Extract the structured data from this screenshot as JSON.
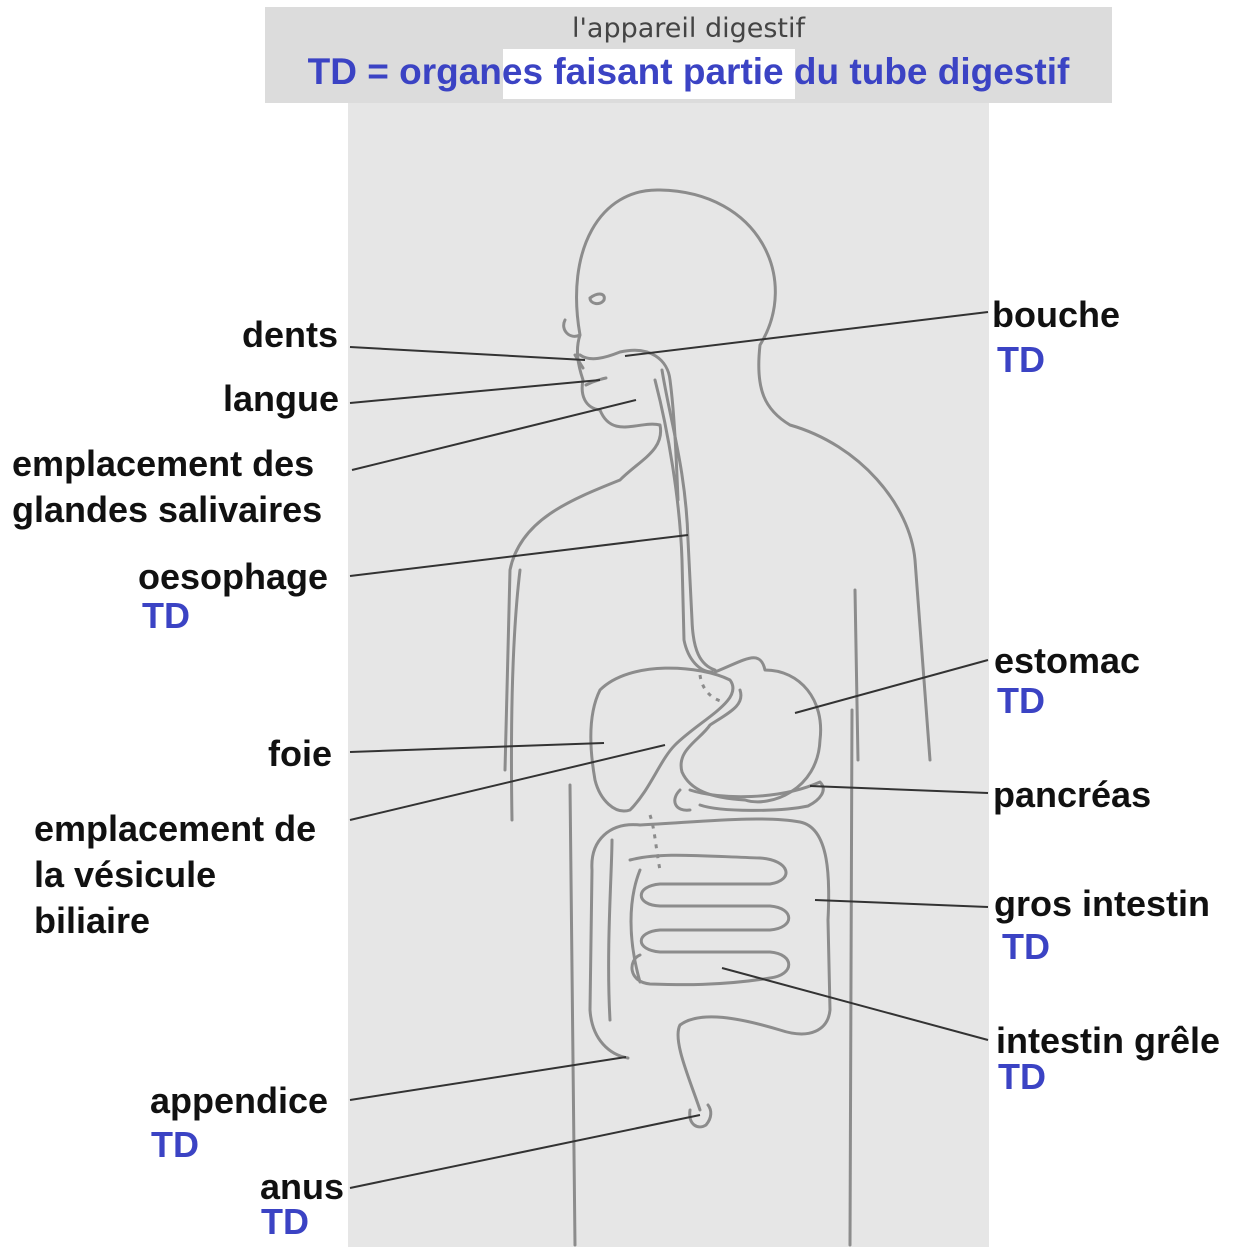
{
  "header": {
    "subtitle": "l'appareil digestif",
    "title": "TD = organes faisant partie du tube digestif"
  },
  "labels": {
    "dents": "dents",
    "langue": "langue",
    "glandes_line1": "emplacement des",
    "glandes_line2": "glandes salivaires",
    "oesophage": "oesophage",
    "foie": "foie",
    "vesicule_line1": "emplacement de",
    "vesicule_line2": "la vésicule",
    "vesicule_line3": "biliaire",
    "appendice": "appendice",
    "anus": "anus",
    "bouche": "bouche",
    "estomac": "estomac",
    "pancreas": "pancréas",
    "gros_intestin": "gros intestin",
    "intestin_grele": "intestin grêle"
  },
  "td_marker": "TD",
  "colors": {
    "td_blue": "#3b43c4",
    "sketch": "#8c8c8c",
    "sheet": "#e6e6e6",
    "header": "#dcdcdc"
  }
}
